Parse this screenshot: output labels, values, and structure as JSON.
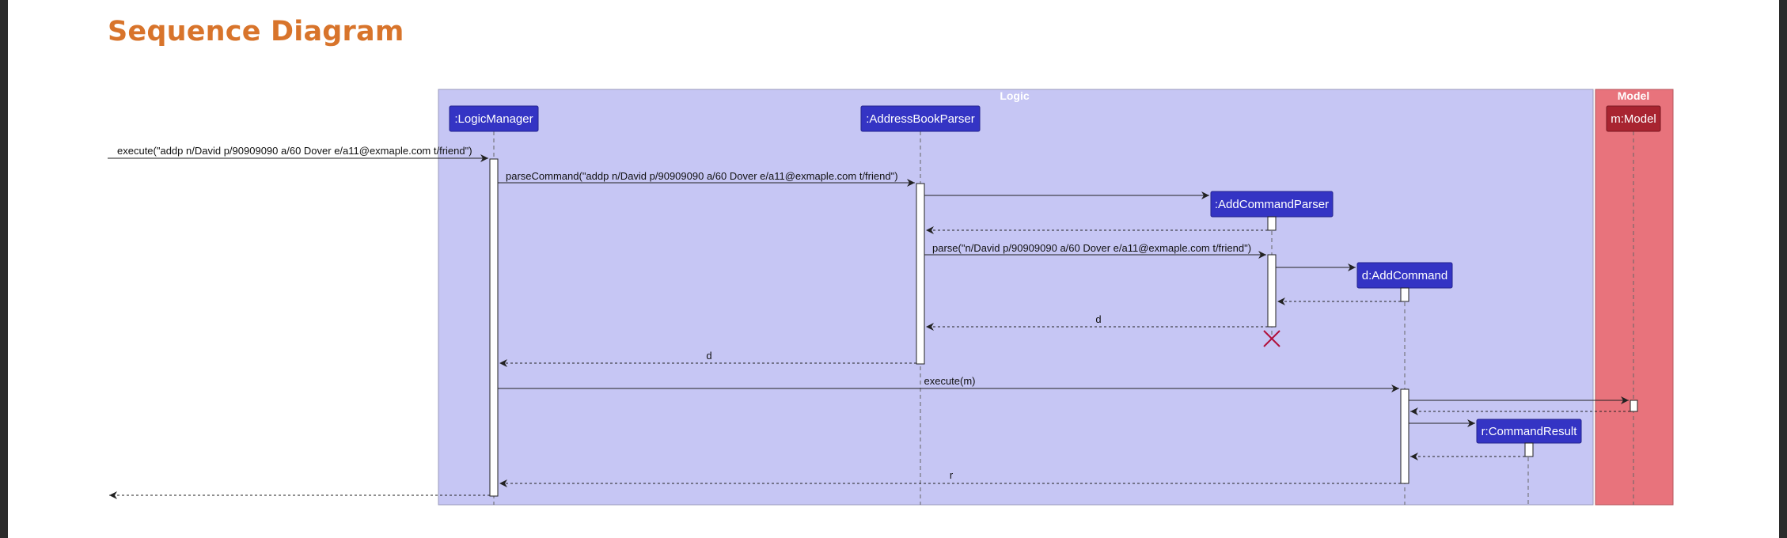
{
  "page": {
    "heading": "Sequence Diagram"
  },
  "colors": {
    "heading": "#d8742b",
    "logic_box": "#c6c6f4",
    "model_box": "#e8737c",
    "participant_logic": "#3434c4",
    "participant_model": "#a82430",
    "destroy": "#b0103c"
  },
  "boxes": {
    "logic": {
      "title": "Logic"
    },
    "model": {
      "title": "Model"
    }
  },
  "participants": {
    "logic_manager": ":LogicManager",
    "address_book_parser": ":AddressBookParser",
    "add_command_parser": ":AddCommandParser",
    "add_command": "d:AddCommand",
    "command_result": "r:CommandResult",
    "model": "m:Model"
  },
  "messages": {
    "execute": "execute(\"addp n/David p/90909090 a/60 Dover e/a11@exmaple.com t/friend\")",
    "parse_command": "parseCommand(\"addp n/David p/90909090 a/60 Dover e/a11@exmaple.com t/friend\")",
    "parse": "parse(\"n/David p/90909090 a/60 Dover e/a11@exmaple.com t/friend\")",
    "return_d_parser": "d",
    "return_d_abp": "d",
    "execute_m": "execute(m)",
    "return_r": "r"
  }
}
